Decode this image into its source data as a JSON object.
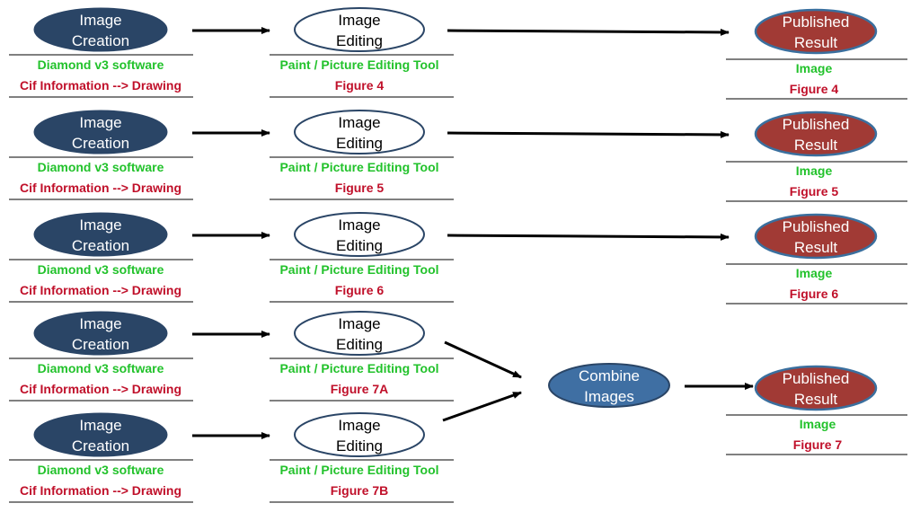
{
  "node_text": {
    "image_creation": [
      "Image",
      "Creation"
    ],
    "image_editing": [
      "Image",
      "Editing"
    ],
    "published_result": [
      "Published",
      "Result"
    ],
    "combine_images": [
      "Combine",
      "Images"
    ]
  },
  "labels": {
    "diamond": "Diamond v3 software",
    "cif": "Cif Information --> Drawing",
    "paint": "Paint / Picture Editing Tool",
    "image": "Image"
  },
  "rows": [
    {
      "editing_figure": "Figure 4",
      "result_figure": "Figure 4"
    },
    {
      "editing_figure": "Figure 5",
      "result_figure": "Figure 5"
    },
    {
      "editing_figure": "Figure 6",
      "result_figure": "Figure 6"
    },
    {
      "editing_figure": "Figure 7A"
    },
    {
      "editing_figure": "Figure 7B"
    }
  ],
  "combined_result_figure": "Figure 7",
  "colors": {
    "creation_fill": "#2a4566",
    "editing_fill": "#ffffff",
    "editing_stroke": "#2a4566",
    "result_fill": "#a13a35",
    "result_stroke": "#3a6f9e",
    "combine_fill": "#3f6fa3",
    "combine_stroke": "#2a4566",
    "green_text": "#22c22b",
    "red_text": "#c0102a"
  }
}
